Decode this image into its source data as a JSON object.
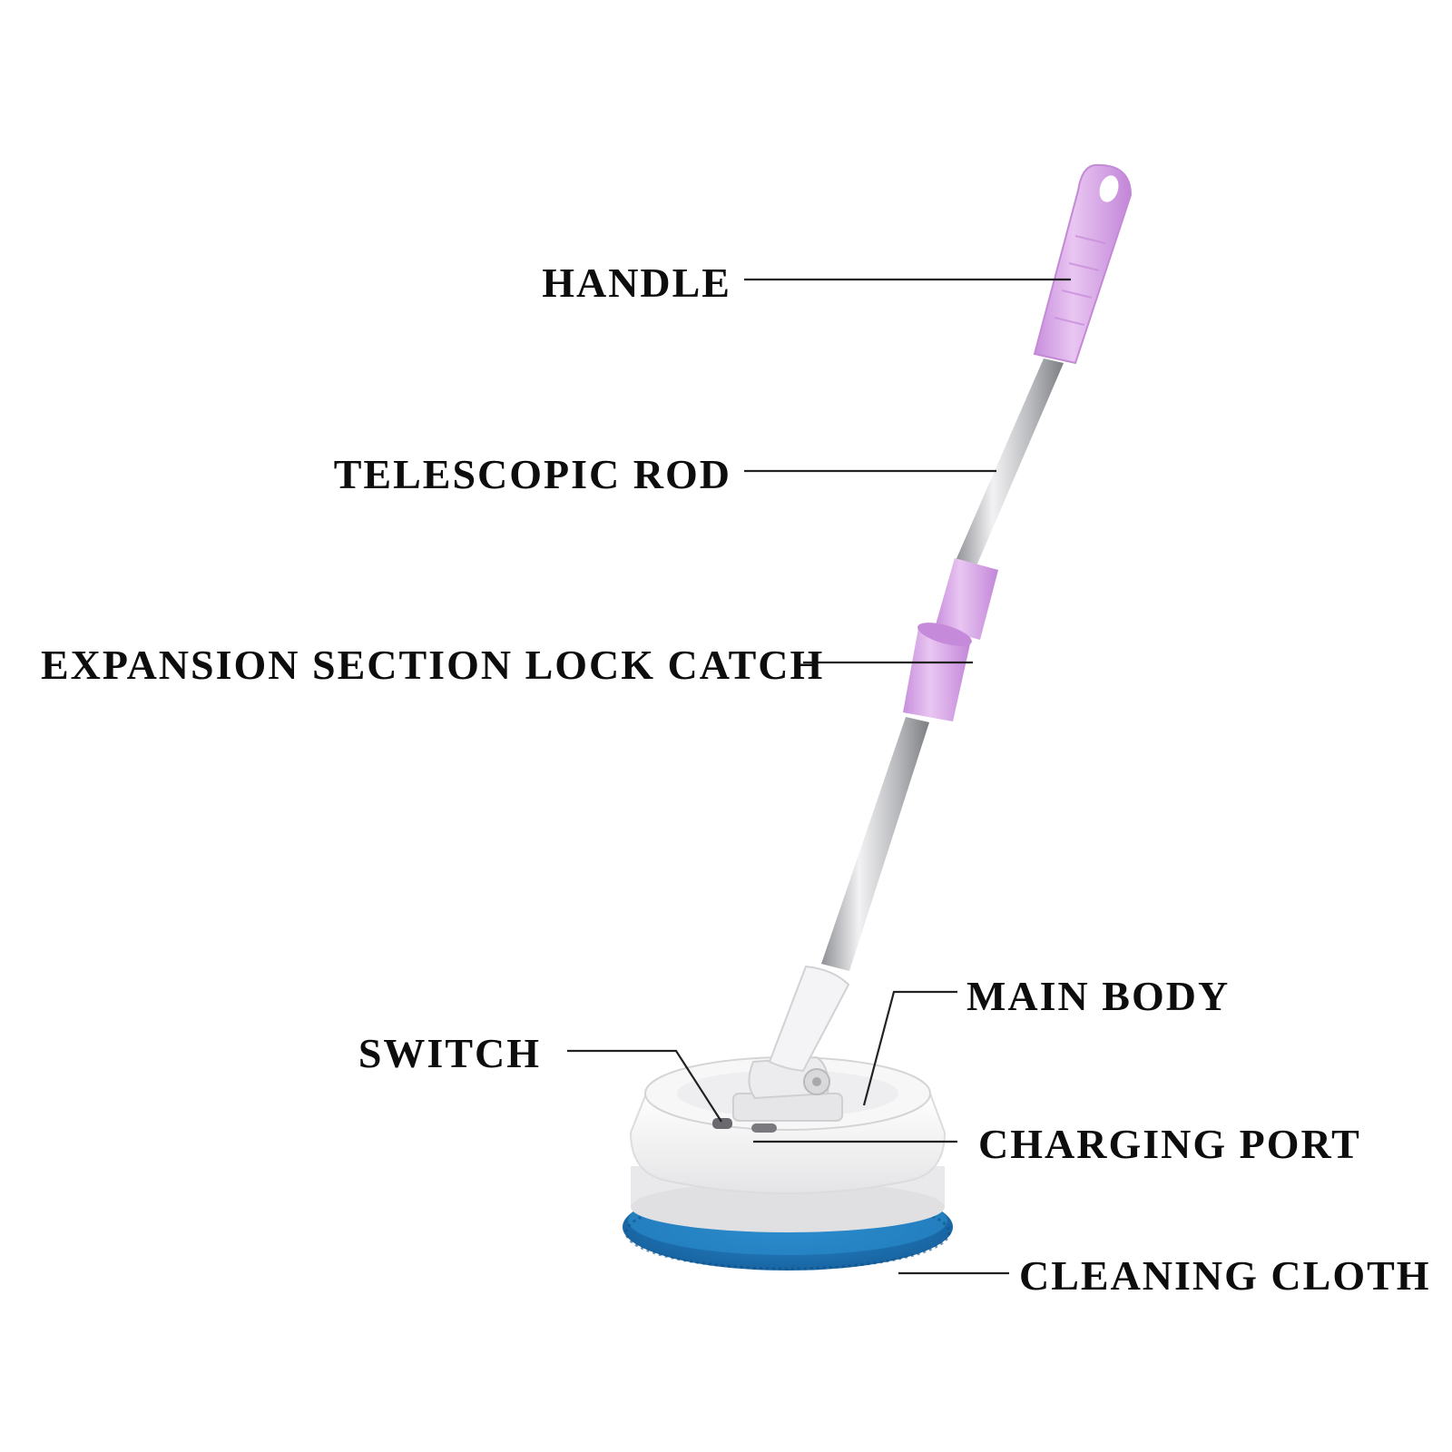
{
  "labels": {
    "handle": "HANDLE",
    "telescopic_rod": "TELESCOPIC ROD",
    "lock_catch": "EXPANSION SECTION LOCK CATCH",
    "switch": "SWITCH",
    "main_body": "MAIN BODY",
    "charging_port": "CHARGING PORT",
    "cleaning_cloth": "CLEANING CLOTH"
  },
  "colors": {
    "background": "#ffffff",
    "text": "#0d0d0d",
    "leader_line": "#222222",
    "handle_purple": "#d6a6e6",
    "rod_steel": "#c9c9cc",
    "body_white": "#f4f4f4",
    "cloth_blue": "#1f77b8"
  }
}
